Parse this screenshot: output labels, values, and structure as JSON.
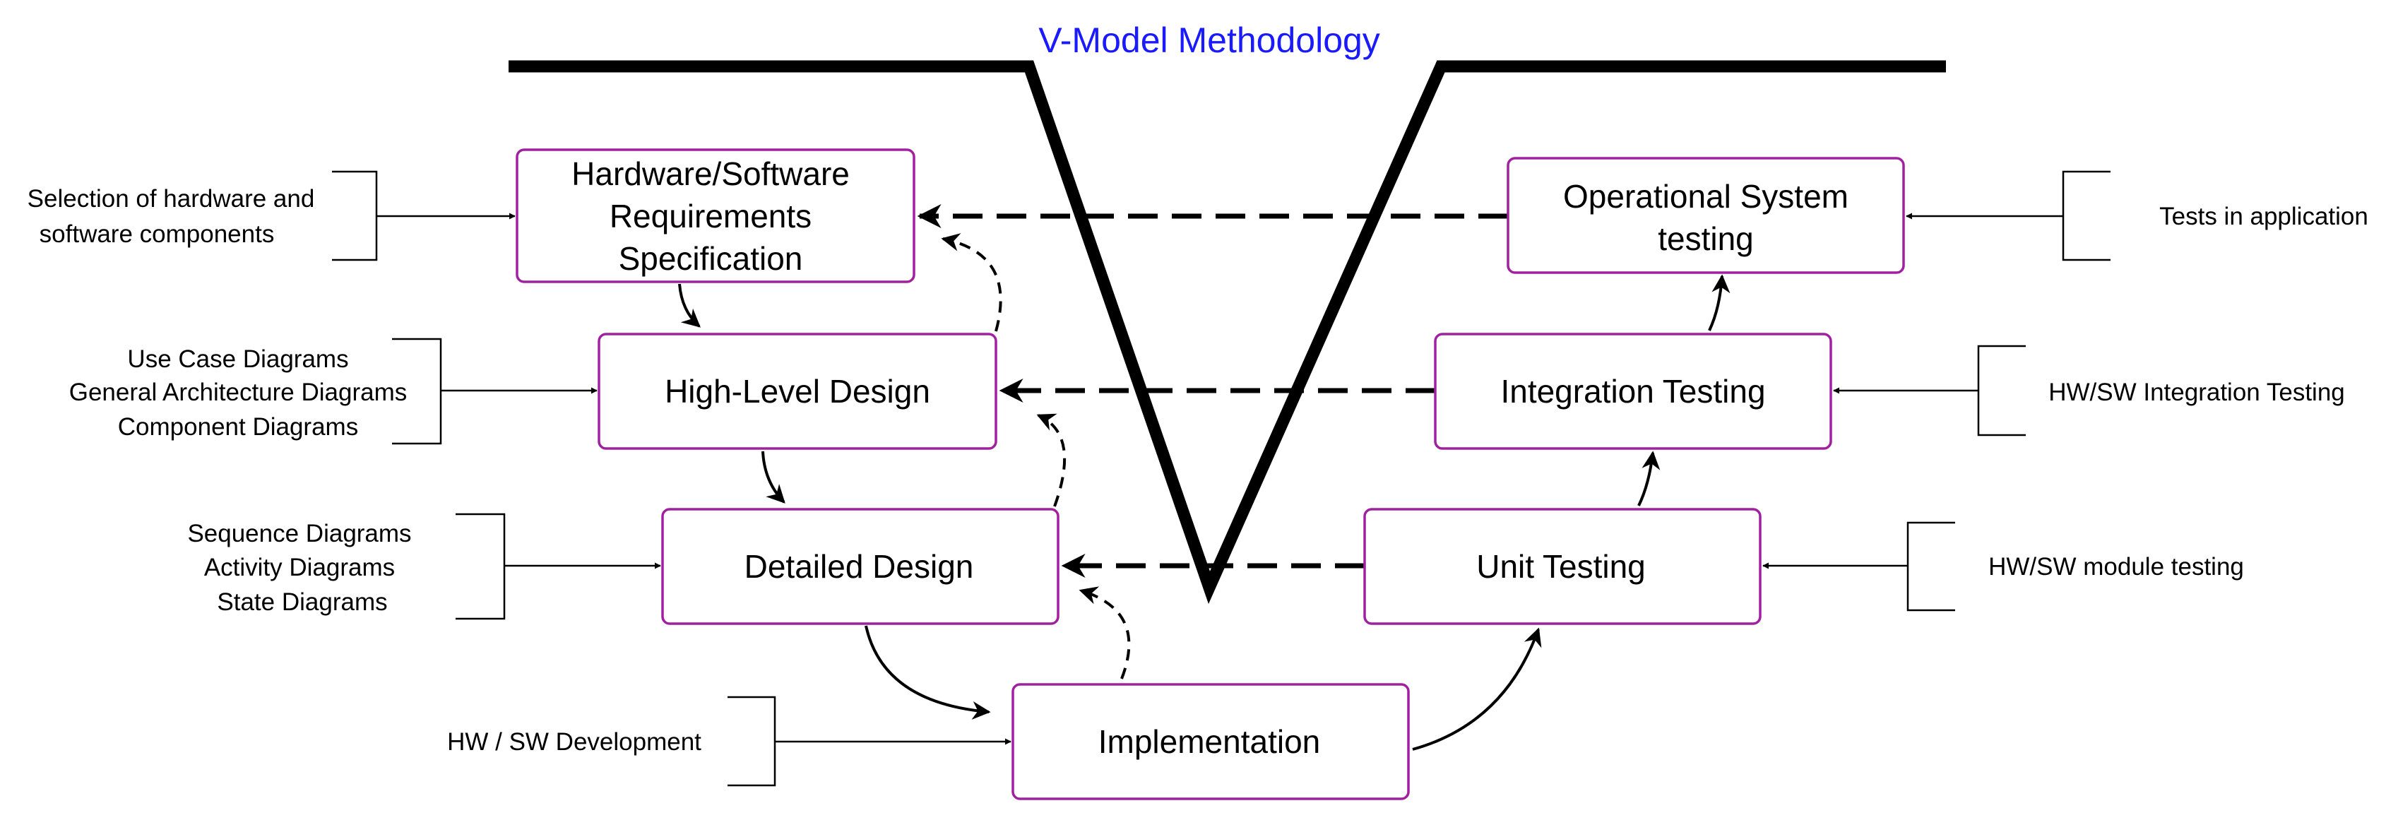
{
  "title": "V-Model Methodology",
  "colors": {
    "title": "#1a1aff",
    "box_border": "#a020a0",
    "line": "#000000"
  },
  "boxes": {
    "requirements": [
      "Hardware/Software",
      "Requirements",
      "Specification"
    ],
    "high_level": [
      "High-Level Design"
    ],
    "detailed": [
      "Detailed Design"
    ],
    "implementation": [
      "Implementation"
    ],
    "unit": [
      "Unit Testing"
    ],
    "integration": [
      "Integration Testing"
    ],
    "operational": [
      "Operational System",
      "testing"
    ]
  },
  "inputs": {
    "requirements": [
      "Selection of hardware and",
      "software components"
    ],
    "high_level": [
      "Use Case Diagrams",
      "General Architecture Diagrams",
      "Component Diagrams"
    ],
    "detailed": [
      "Sequence Diagrams",
      "Activity Diagrams",
      "State Diagrams"
    ],
    "implementation": [
      "HW / SW Development"
    ],
    "unit": [
      "HW/SW module testing"
    ],
    "integration": [
      "HW/SW Integration Testing"
    ],
    "operational": [
      "Tests in application"
    ]
  }
}
